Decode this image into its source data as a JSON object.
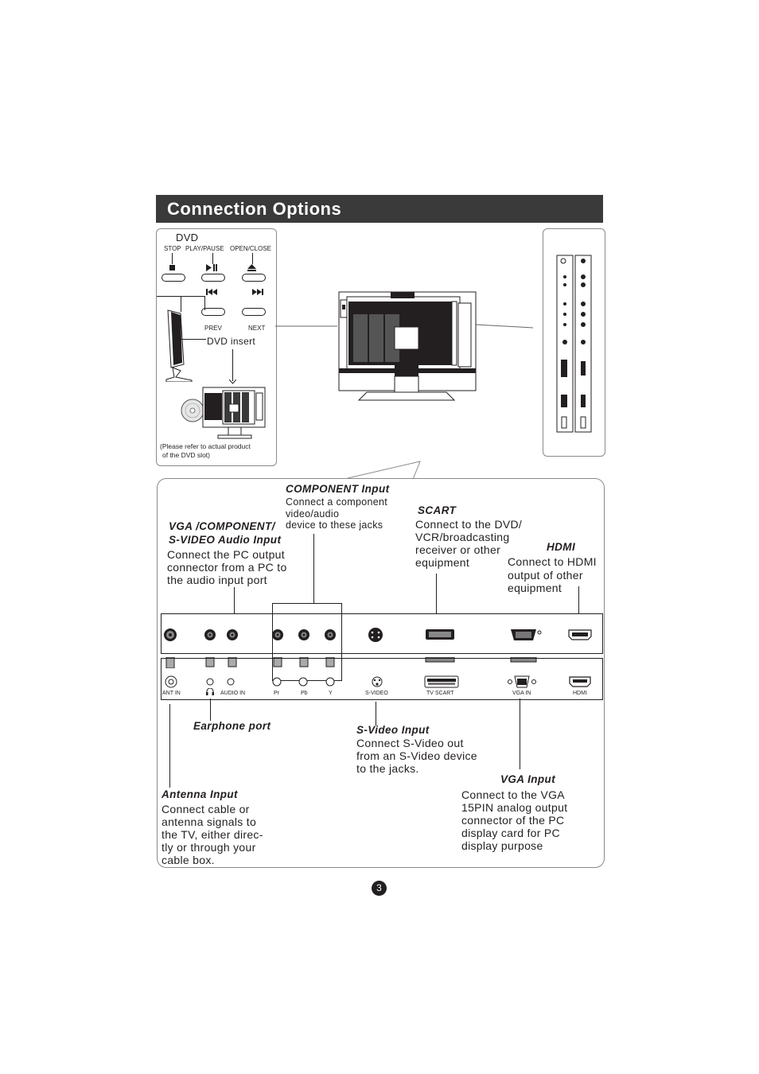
{
  "page": {
    "title": "Connection Options",
    "page_number": "3"
  },
  "dvd_panel": {
    "heading": "DVD",
    "buttons_top": [
      "STOP",
      "PLAY/PAUSE",
      "OPEN/CLOSE"
    ],
    "buttons_bottom": [
      "PREV",
      "NEXT"
    ],
    "insert_label": "DVD insert",
    "note_line1": "(Please refer to actual product",
    "note_line2": "of the DVD slot)"
  },
  "callouts": {
    "component": {
      "title": "COMPONENT  Input",
      "lines": [
        "Connect a component",
        "video/audio",
        "device to these jacks"
      ]
    },
    "vga_audio": {
      "title_line1": "VGA /COMPONENT/",
      "title_line2": "S-VIDEO Audio Input",
      "lines": [
        "Connect the PC output",
        "connector from a PC to",
        "the audio input port"
      ]
    },
    "scart": {
      "title": "SCART",
      "lines": [
        "Connect to the DVD/",
        "VCR/broadcasting",
        "receiver or other",
        "equipment"
      ]
    },
    "hdmi": {
      "title": "HDMI",
      "lines": [
        "Connect to HDMI",
        "output of other",
        "equipment"
      ]
    },
    "earphone": {
      "title": "Earphone port"
    },
    "svideo": {
      "title": "S-Video Input",
      "lines": [
        "Connect S-Video out",
        "from an S-Video device",
        "to the jacks."
      ]
    },
    "vga": {
      "title": "VGA  Input",
      "lines": [
        "Connect to the VGA",
        "15PIN analog output",
        "connector of the PC",
        "display card for PC",
        "display purpose"
      ]
    },
    "antenna": {
      "title": "Antenna Input",
      "lines": [
        "Connect cable or",
        "antenna signals to",
        "the TV, either direc-",
        "tly or through your",
        "cable box."
      ]
    }
  },
  "port_labels": {
    "ant_in": "ANT IN",
    "audio_in": "AUDIO IN",
    "pr": "Pr",
    "pb": "Pb",
    "y": "Y",
    "s_video": "S-VIDEO",
    "tv_scart": "TV SCART",
    "vga_in": "VGA IN",
    "hdmi": "HDMI"
  }
}
